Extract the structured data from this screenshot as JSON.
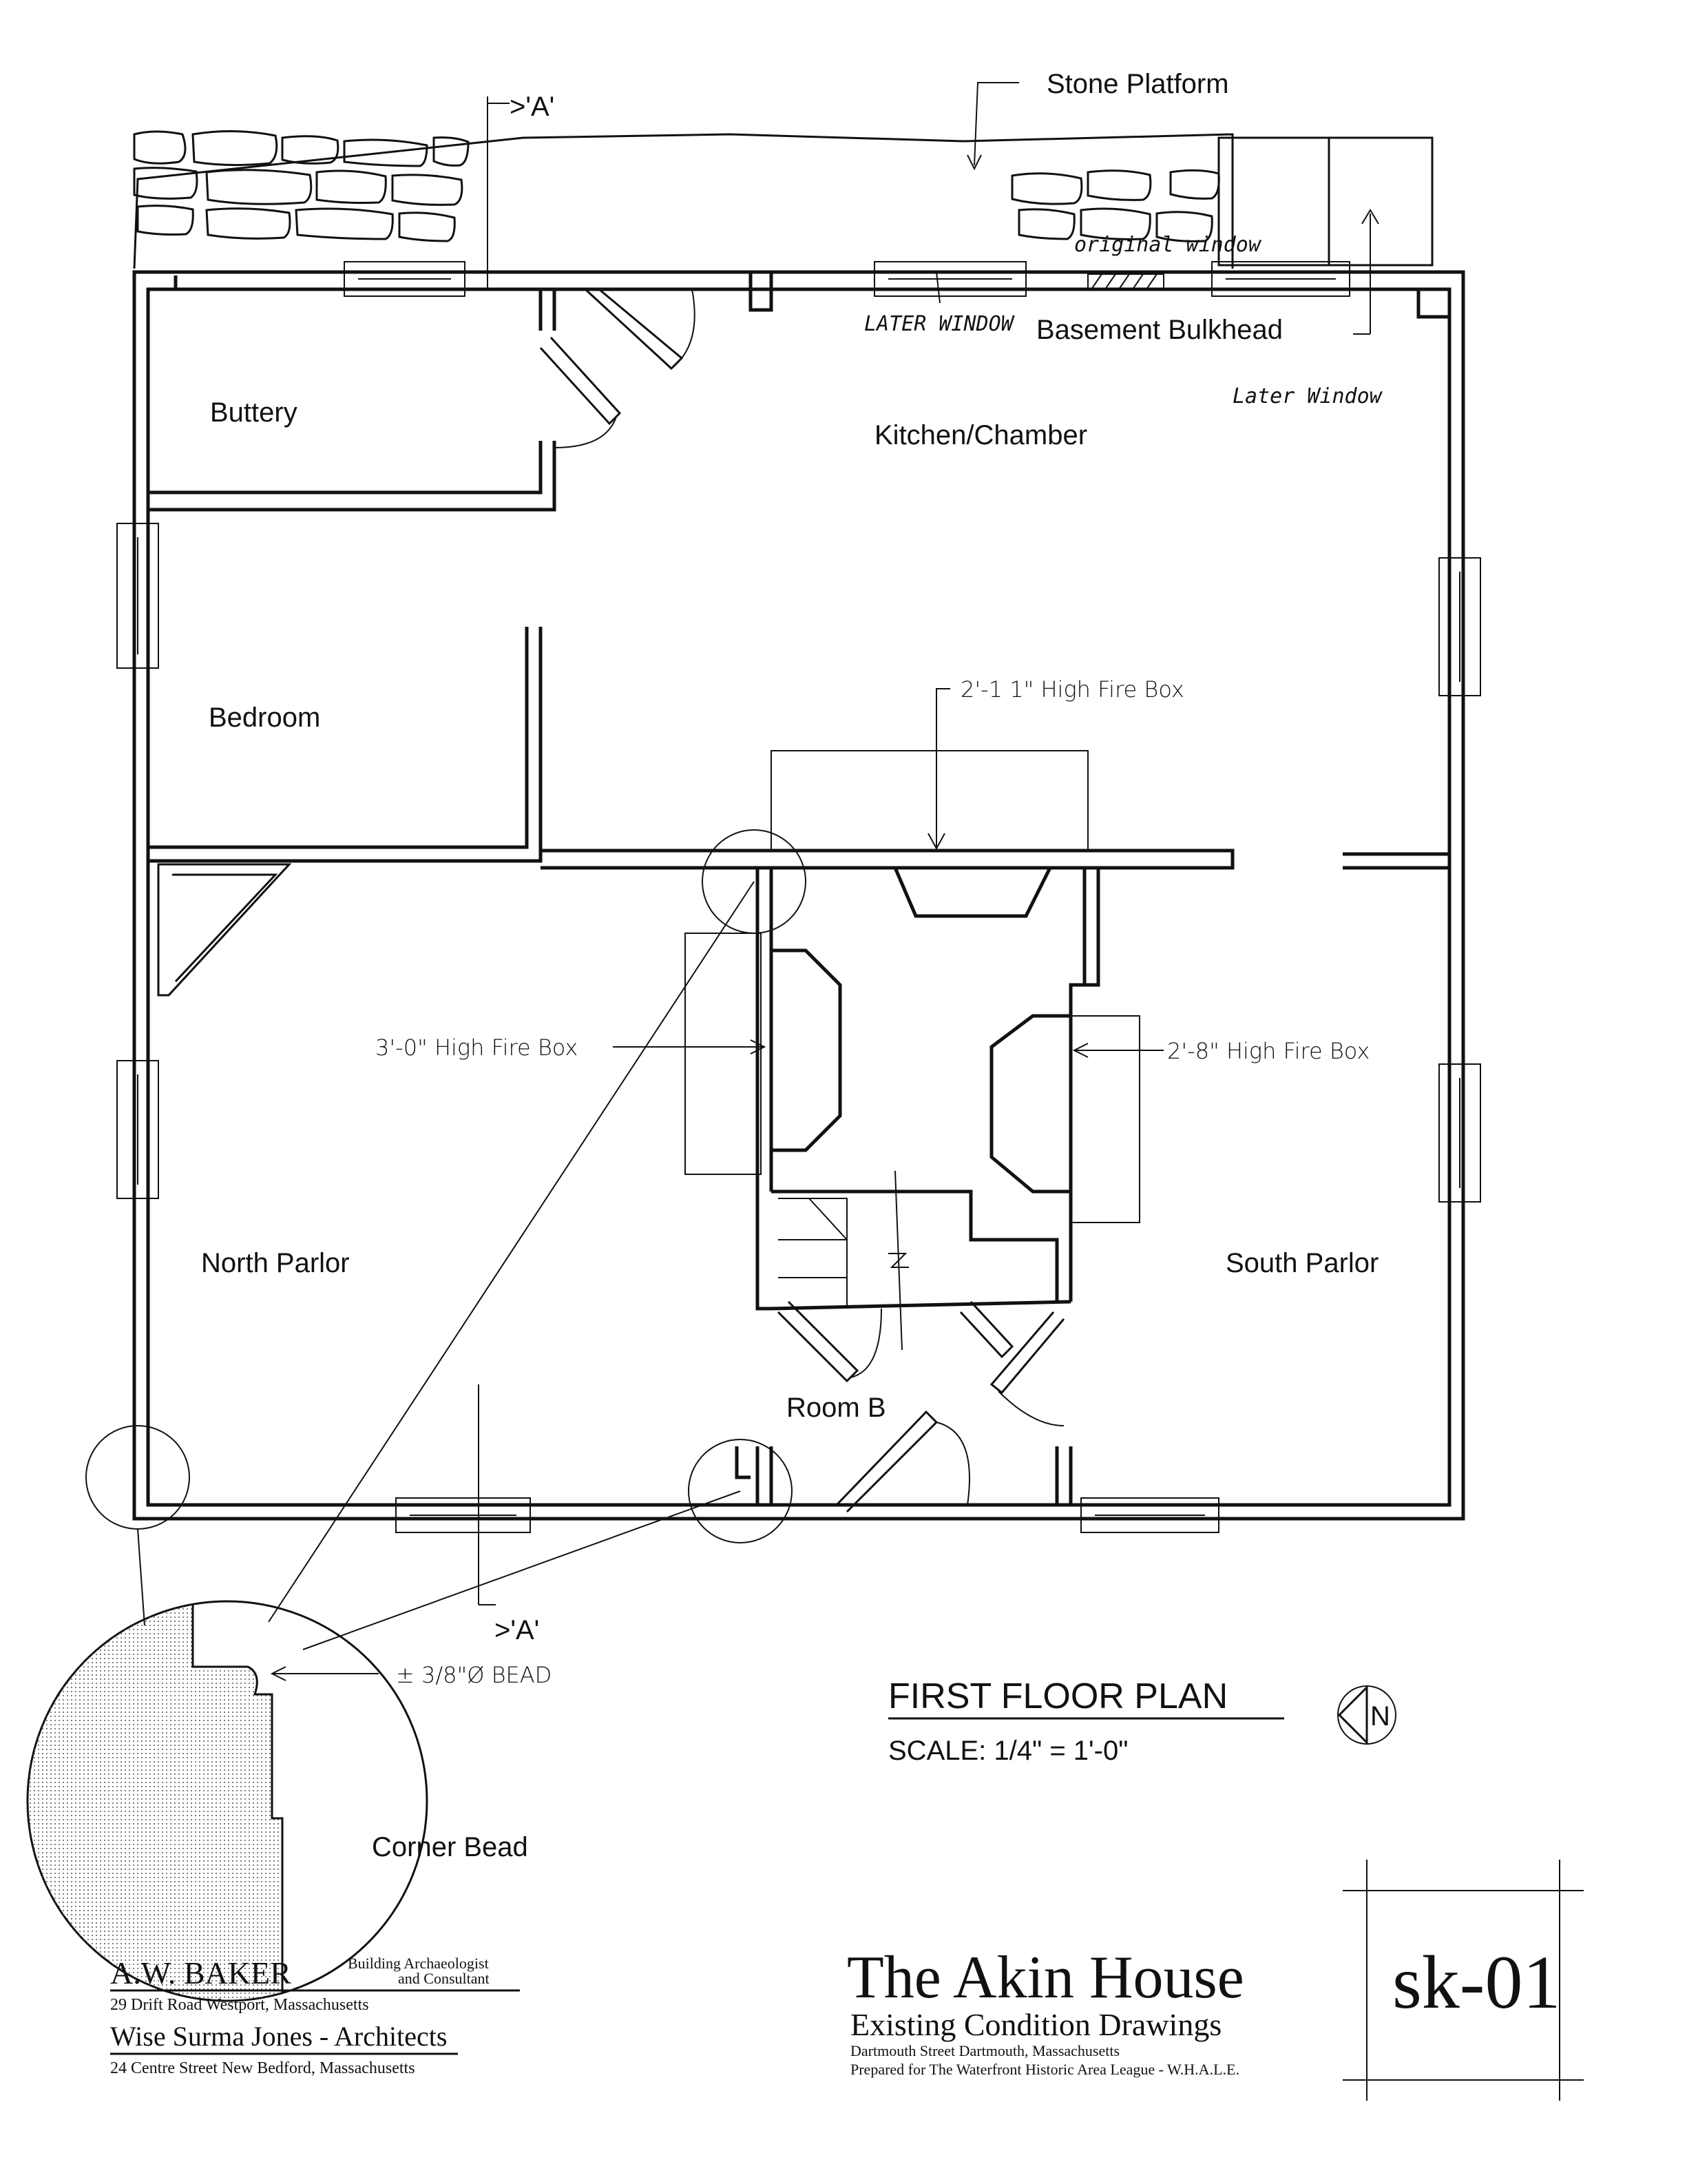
{
  "labels": {
    "stone_platform": "Stone Platform",
    "section_marker": ">'A'",
    "original_window": "original window",
    "later_window_1": "LATER WINDOW",
    "basement_bulkhead": "Basement Bulkhead",
    "later_window_2": "Later Window",
    "buttery": "Buttery",
    "kitchen_chamber": "Kitchen/Chamber",
    "bedroom": "Bedroom",
    "fire_box_kitchen": "2'-1 1\" High Fire Box",
    "fire_box_north": "3'-0\" High Fire Box",
    "fire_box_south": "2'-8\" High Fire Box",
    "north_parlor": "North Parlor",
    "south_parlor": "South Parlor",
    "room_b": "Room B",
    "bead_note": "± 3/8\"Ø BEAD",
    "corner_bead": "Corner Bead"
  },
  "plan_title": {
    "title": "FIRST FLOOR PLAN",
    "scale": "SCALE: 1/4\" = 1'-0\""
  },
  "north_arrow": {
    "letter": "N"
  },
  "title_block": {
    "firm1_name": "A.W. BAKER",
    "firm1_role_line1": "Building Archaeologist",
    "firm1_role_line2": "and Consultant",
    "firm1_address": "29 Drift Road   Westport, Massachusetts",
    "firm2_name": "Wise Surma Jones - Architects",
    "firm2_address": "24 Centre Street  New Bedford, Massachusetts",
    "project_name": "The Akin House",
    "project_subtitle": "Existing Condition Drawings",
    "project_address": "Dartmouth Street   Dartmouth, Massachusetts",
    "prepared_for": "Prepared for The Waterfront Historic Area League - W.H.A.L.E.",
    "sheet_number": "sk-01"
  }
}
